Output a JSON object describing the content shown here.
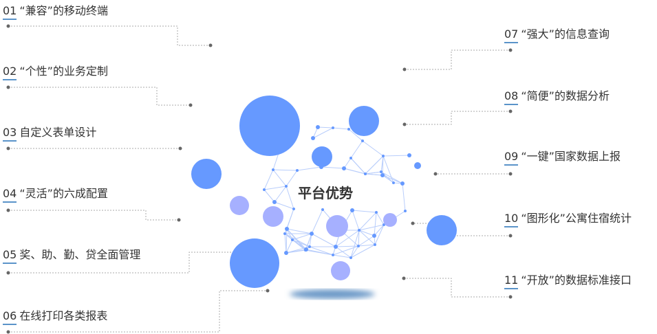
{
  "center_title": "平台优势",
  "colors": {
    "blue": "#6699ff",
    "lavender": "#a6b0ff",
    "line": "#999999",
    "underline": "#5a93c9"
  },
  "left_items": [
    {
      "num": "01",
      "text": "“兼容”的移动终端"
    },
    {
      "num": "02",
      "text": "“个性”的业务定制"
    },
    {
      "num": "03",
      "text": "自定义表单设计"
    },
    {
      "num": "04",
      "text": "“灵活”的六成配置"
    },
    {
      "num": "05",
      "text": "奖、助、勤、贷全面管理"
    },
    {
      "num": "06",
      "text": "在线打印各类报表"
    }
  ],
  "right_items": [
    {
      "num": "07",
      "text": "“强大”的信息查询"
    },
    {
      "num": "08",
      "text": "“简便”的数据分析"
    },
    {
      "num": "09",
      "text": "“一键”国家数据上报"
    },
    {
      "num": "10",
      "text": "“图形化”公寓住宿统计"
    },
    {
      "num": "11",
      "text": "“开放”的数据标准接口"
    }
  ]
}
